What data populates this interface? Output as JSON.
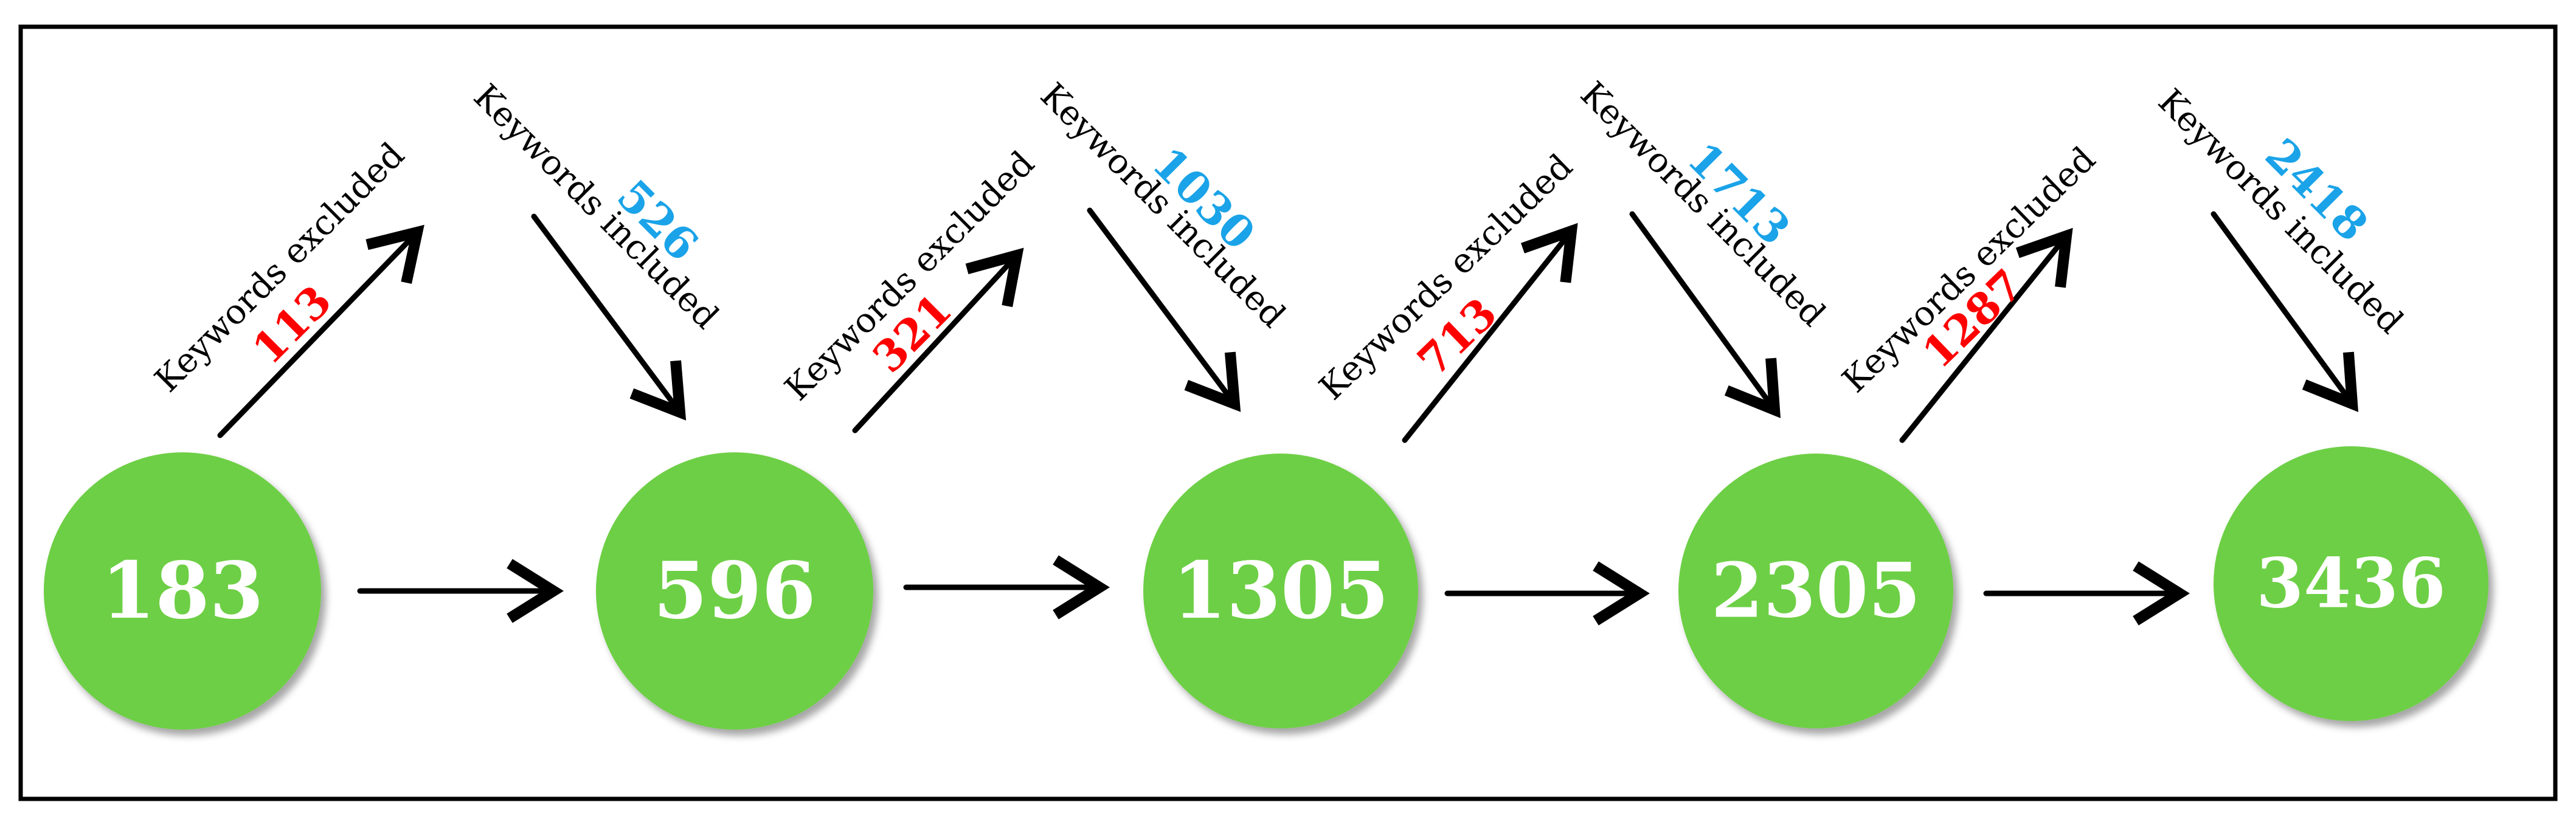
{
  "colors": {
    "node_fill": "#6dcf44",
    "node_text": "#ffffff",
    "excluded_count": "#ff0000",
    "included_count": "#1aa3e8",
    "arrow": "#000000",
    "border": "#000000"
  },
  "nodes": [
    {
      "label": "183"
    },
    {
      "label": "596"
    },
    {
      "label": "1305"
    },
    {
      "label": "2305"
    },
    {
      "label": "3436"
    }
  ],
  "steps": [
    {
      "excluded_label": "Keywords excluded",
      "excluded_count": "113",
      "included_label": "Keywords included",
      "included_count": "526"
    },
    {
      "excluded_label": "Keywords excluded",
      "excluded_count": "321",
      "included_label": "Keywords included",
      "included_count": "1030"
    },
    {
      "excluded_label": "Keywords excluded",
      "excluded_count": "713",
      "included_label": "Keywords included",
      "included_count": "1713"
    },
    {
      "excluded_label": "Keywords excluded",
      "excluded_count": "1287",
      "included_label": "Keywords included",
      "included_count": "2418"
    }
  ]
}
